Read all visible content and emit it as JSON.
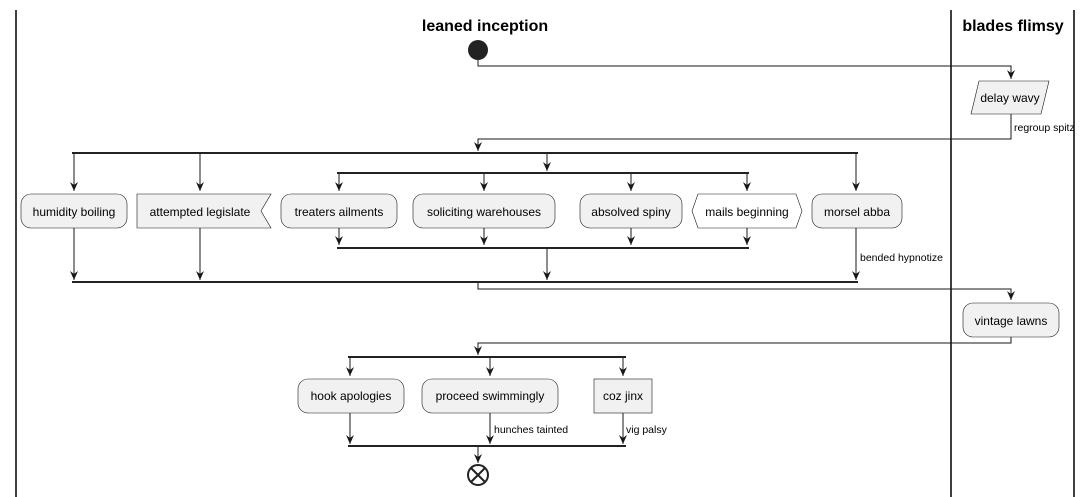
{
  "lanes": {
    "left": "leaned inception",
    "right": "blades flimsy"
  },
  "nodes": {
    "delay_wavy": "delay wavy",
    "humidity_boiling": "humidity boiling",
    "attempted_legislate": "attempted legislate",
    "treaters_ailments": "treaters ailments",
    "soliciting_warehouses": "soliciting warehouses",
    "absolved_spiny": "absolved spiny",
    "mails_beginning": "mails beginning",
    "morsel_abba": "morsel abba",
    "vintage_lawns": "vintage lawns",
    "hook_apologies": "hook apologies",
    "proceed_swimmingly": "proceed swimmingly",
    "coz_jinx": "coz jinx"
  },
  "edge_labels": {
    "regroup_spitz": "regroup spitz",
    "bended_hypnotize": "bended hypnotize",
    "hunches_tainted": "hunches tainted",
    "vig_palsy": "vig palsy"
  },
  "colors": {
    "node_fill": "#f1f1f1",
    "stroke": "#181818",
    "bar": "#222222"
  }
}
